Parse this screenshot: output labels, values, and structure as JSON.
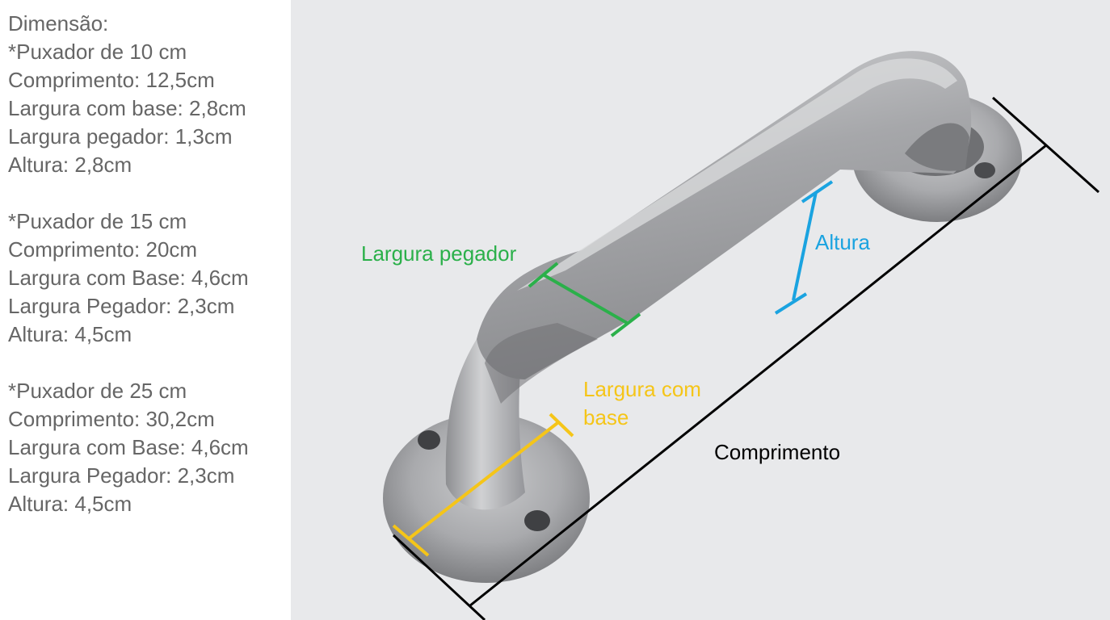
{
  "spec_panel": {
    "lines": [
      "Dimensão:",
      "*Puxador de 10 cm",
      "Comprimento: 12,5cm",
      "Largura com base: 2,8cm",
      "Largura pegador: 1,3cm",
      "Altura: 2,8cm",
      "*Puxador de 15 cm",
      "Comprimento: 20cm",
      "Largura com Base: 4,6cm",
      "Largura Pegador: 2,3cm",
      "Altura: 4,5cm",
      "*Puxador de 25 cm",
      "Comprimento: 30,2cm",
      "Largura com Base: 4,6cm",
      "Largura Pegador: 2,3cm",
      "Altura: 4,5cm"
    ]
  },
  "labels": {
    "largura_pegador": "Largura pegador",
    "altura": "Altura",
    "largura_com_base_line1": "Largura com",
    "largura_com_base_line2": "base",
    "comprimento": "Comprimento"
  },
  "colors": {
    "largura_pegador": "#2bb04a",
    "altura": "#1aa3e0",
    "largura_com_base": "#f5c518",
    "comprimento": "#000000",
    "spec_text": "#666666",
    "background": "#e8e9eb"
  },
  "icons": {
    "product": "door-pull-handle"
  }
}
